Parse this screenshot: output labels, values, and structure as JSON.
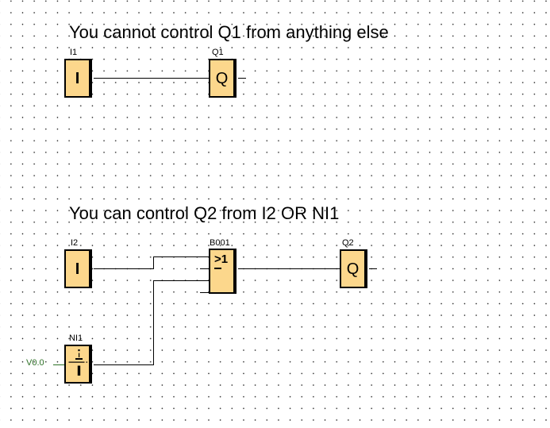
{
  "comments": [
    {
      "text": "You cannot control Q1 from anything else"
    },
    {
      "text": "You can control Q2 from I2 OR NI1"
    }
  ],
  "blocks": [
    {
      "id": "I1",
      "label": "I1",
      "symbol": "I",
      "type": "digital-input"
    },
    {
      "id": "Q1",
      "label": "Q1",
      "symbol": "Q",
      "type": "digital-output"
    },
    {
      "id": "I2",
      "label": "I2",
      "symbol": "I",
      "type": "digital-input"
    },
    {
      "id": "B001",
      "label": "B001",
      "symbol": "≥1",
      "symbol_op": ">",
      "symbol_num": "1",
      "type": "or-gate",
      "inputs": 4
    },
    {
      "id": "Q2",
      "label": "Q2",
      "symbol": "Q",
      "type": "digital-output"
    },
    {
      "id": "NI1",
      "label": "NI1",
      "type": "network-input",
      "address": "V0.0",
      "icon": "network-input-icon"
    }
  ],
  "connections": [
    {
      "from": "I1",
      "to": "Q1"
    },
    {
      "from": "I2",
      "to": "B001.in1"
    },
    {
      "from": "NI1",
      "to": "B001.in3"
    },
    {
      "from": "B001",
      "to": "Q2"
    }
  ],
  "colors": {
    "background": "#FFFFFF",
    "grid_dot": "#1A1A1A",
    "block_fill": "#FCD78C",
    "block_border": "#000000",
    "wire": "#000000",
    "network_address_green": "#2D7026"
  }
}
